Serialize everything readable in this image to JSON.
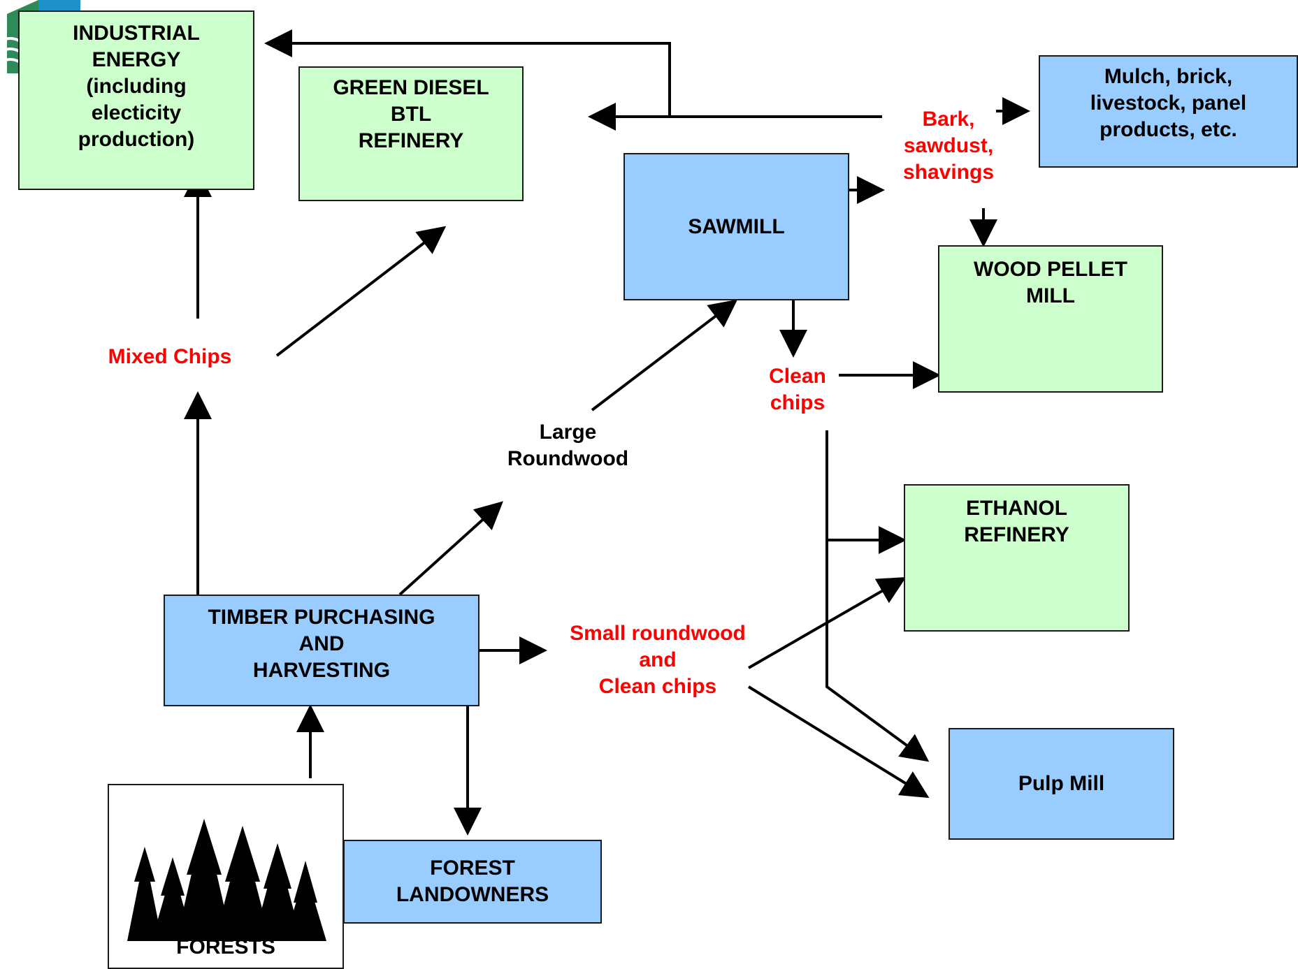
{
  "nodes": {
    "industrial_energy": "INDUSTRIAL\nENERGY\n(including\nelecticity\nproduction)",
    "green_diesel": "GREEN DIESEL\nBTL\nREFINERY",
    "sawmill": "SAWMILL",
    "mulch_products": "Mulch, brick,\nlivestock, panel\nproducts, etc.",
    "wood_pellet_mill": "WOOD PELLET\nMILL",
    "ethanol_refinery": "ETHANOL\nREFINERY",
    "timber_purchasing": "TIMBER PURCHASING\nAND\nHARVESTING",
    "pulp_mill": "Pulp Mill",
    "forest_landowners": "FOREST\nLANDOWNERS",
    "forests": "FORESTS"
  },
  "flow_labels": {
    "bark_sawdust": "Bark,\nsawdust,\nshavings",
    "mixed_chips": "Mixed Chips",
    "clean_chips": "Clean\nchips",
    "large_roundwood": "Large\nRoundwood",
    "small_roundwood": "Small roundwood\nand\nClean chips"
  },
  "colors": {
    "process_green": "#ccffcc",
    "process_blue": "#99ccff",
    "flow_red": "#ff0000",
    "arrow": "#000000"
  },
  "icons": [
    "forest-trees-icon",
    "logo-icon"
  ]
}
